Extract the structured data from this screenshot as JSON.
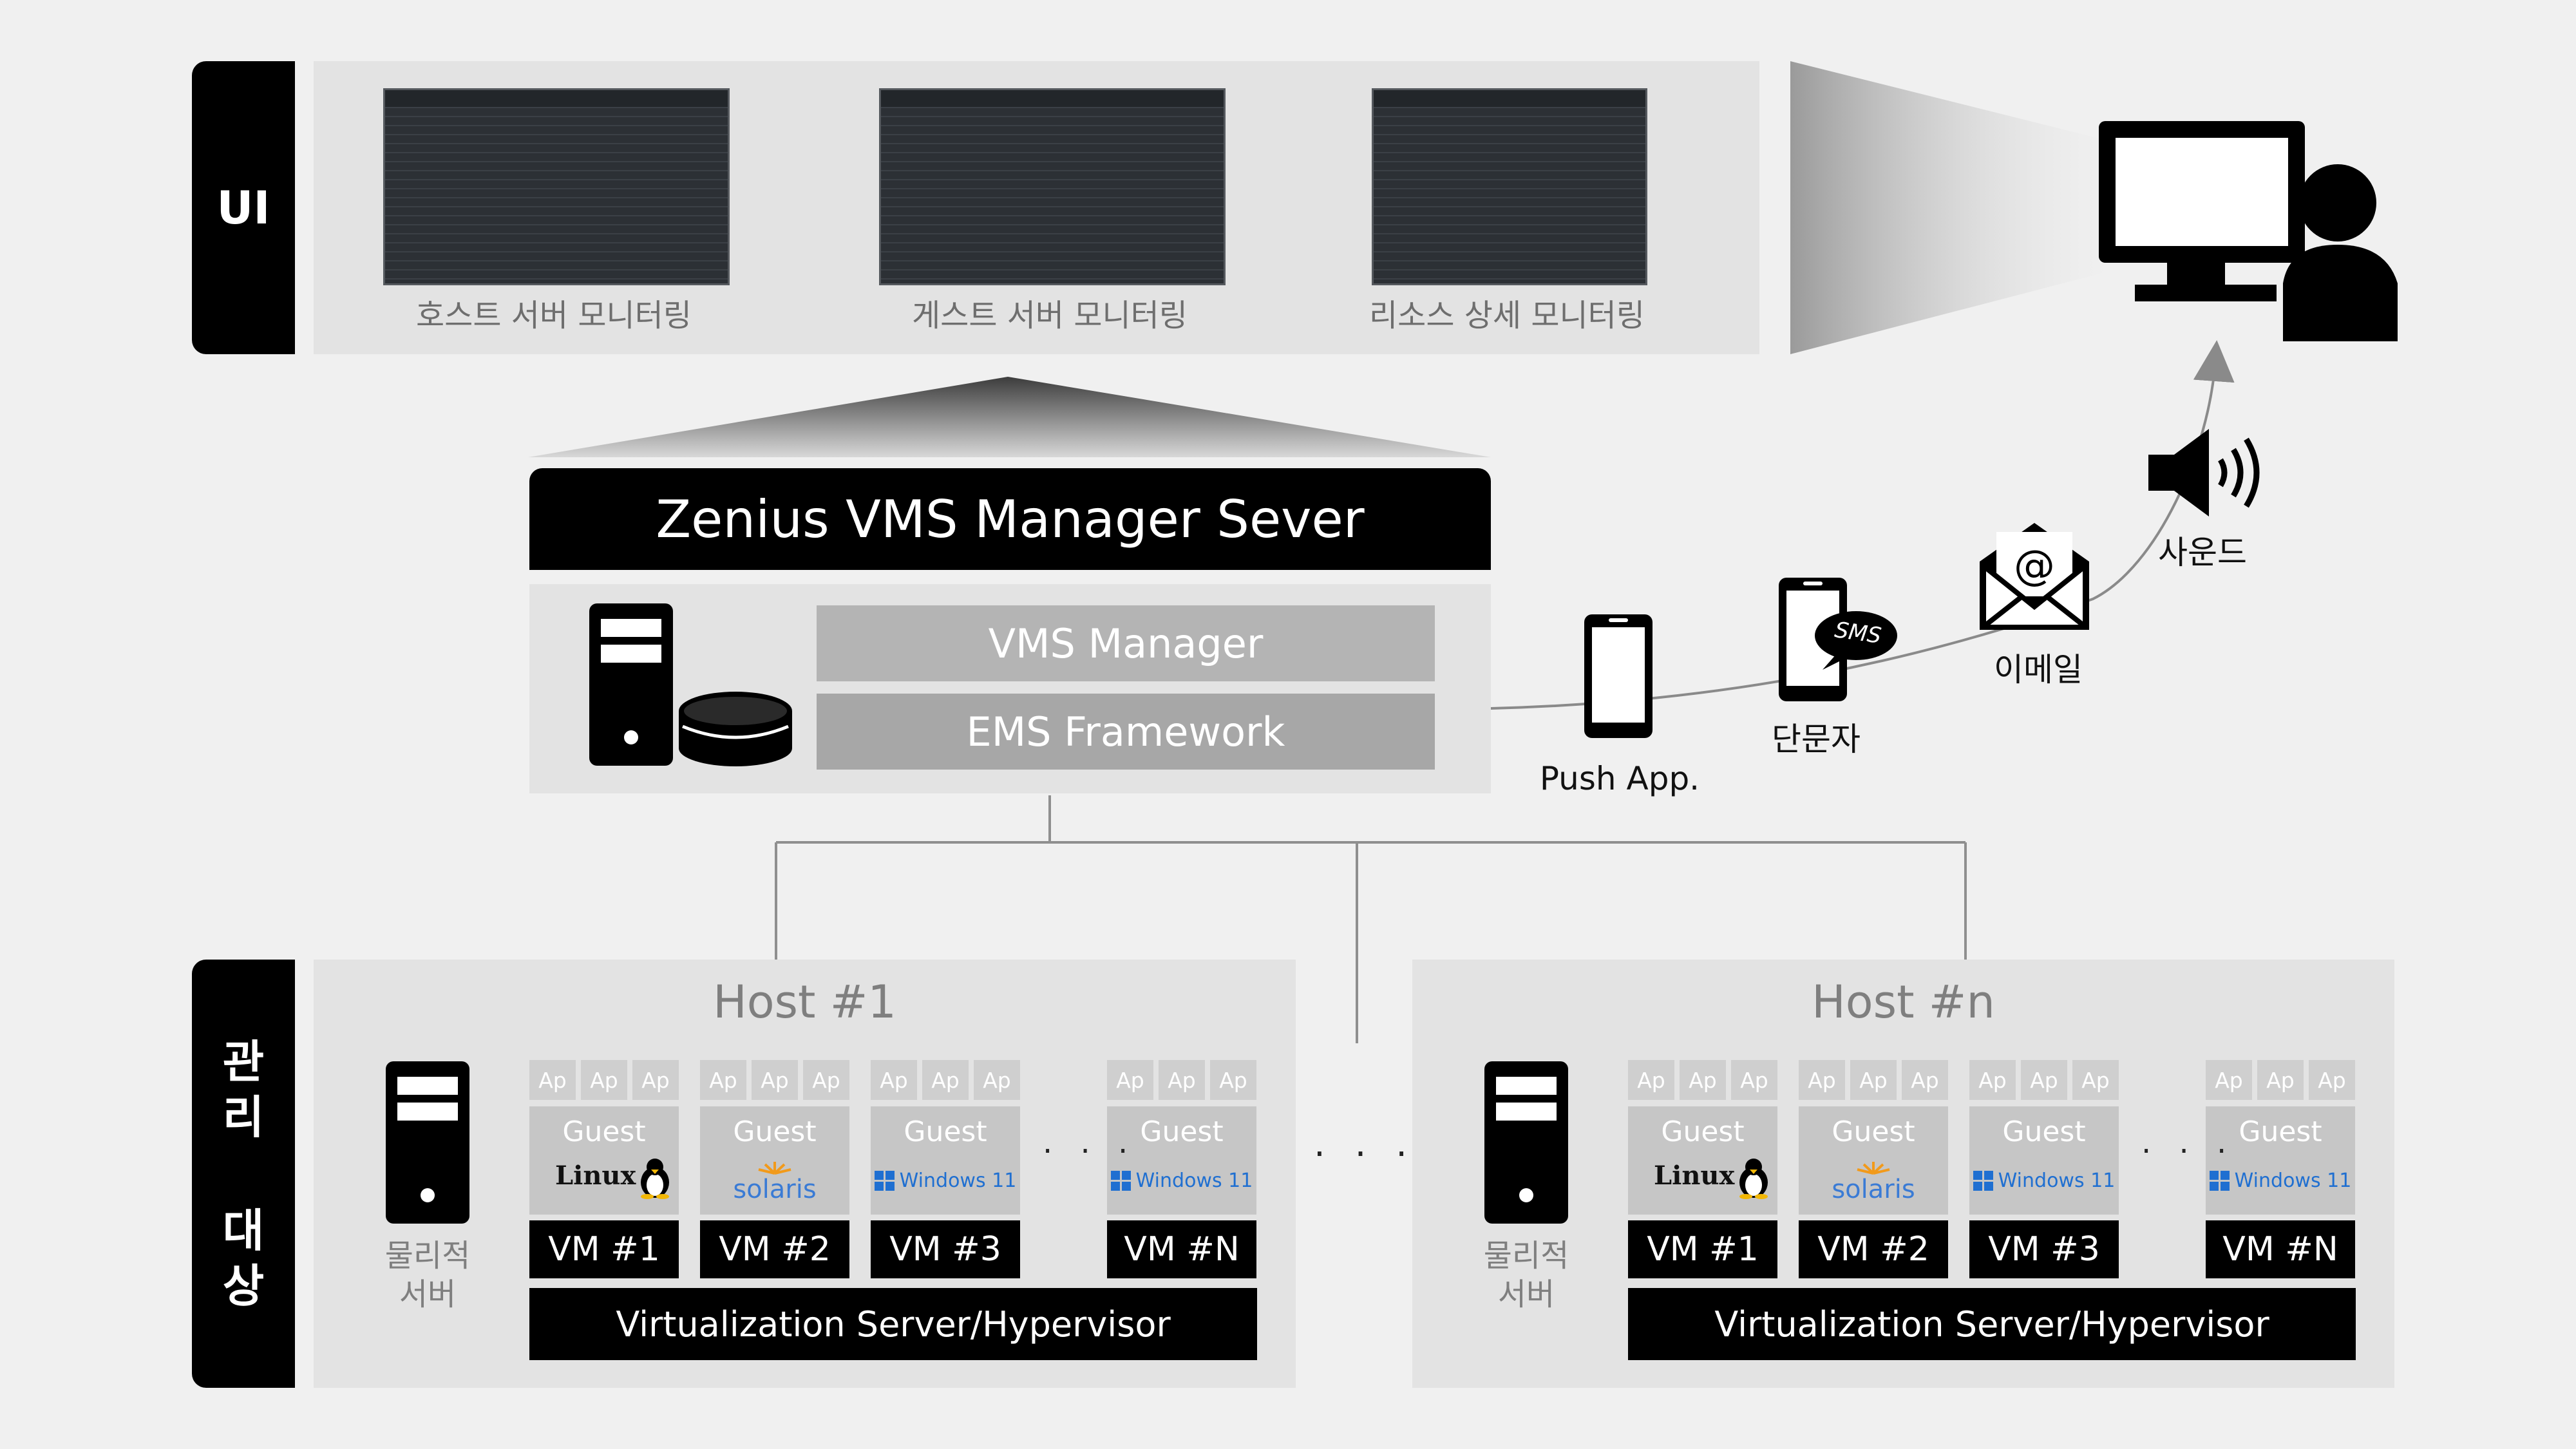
{
  "ui_section": {
    "label": "UI",
    "screens": [
      {
        "caption": "호스트 서버 모니터링"
      },
      {
        "caption": "게스트 서버 모니터링"
      },
      {
        "caption": "리소스 상세 모니터링"
      }
    ]
  },
  "manager": {
    "title": "Zenius VMS Manager Sever",
    "layers": [
      "VMS Manager",
      "EMS Framework"
    ]
  },
  "alerts": {
    "push": "Push App.",
    "sms": "단문자",
    "sms_bubble": "SMS",
    "email": "이메일",
    "sound": "사운드"
  },
  "managed_section": {
    "label_lines": [
      "관",
      "리",
      "대",
      "상"
    ],
    "hosts": [
      {
        "title": "Host #1",
        "physical_server": [
          "물리적",
          "서버"
        ],
        "ap_label": "Ap",
        "guest_label": "Guest",
        "vms": [
          {
            "name": "VM #1",
            "os": "Linux"
          },
          {
            "name": "VM #2",
            "os": "solaris"
          },
          {
            "name": "VM #3",
            "os": "Windows 11"
          },
          {
            "name": "VM #N",
            "os": "Windows 11"
          }
        ],
        "hypervisor": "Virtualization Server/Hypervisor"
      },
      {
        "title": "Host #n",
        "physical_server": [
          "물리적",
          "서버"
        ],
        "ap_label": "Ap",
        "guest_label": "Guest",
        "vms": [
          {
            "name": "VM #1",
            "os": "Linux"
          },
          {
            "name": "VM #2",
            "os": "solaris"
          },
          {
            "name": "VM #3",
            "os": "Windows 11"
          },
          {
            "name": "VM #N",
            "os": "Windows 11"
          }
        ],
        "hypervisor": "Virtualization Server/Hypervisor"
      }
    ],
    "ellipsis": "· · ·"
  },
  "colors": {
    "background": "#f0f0f0",
    "panel": "#e3e3e3",
    "dark": "#000000",
    "layer_gray": "#b4b4b4"
  }
}
